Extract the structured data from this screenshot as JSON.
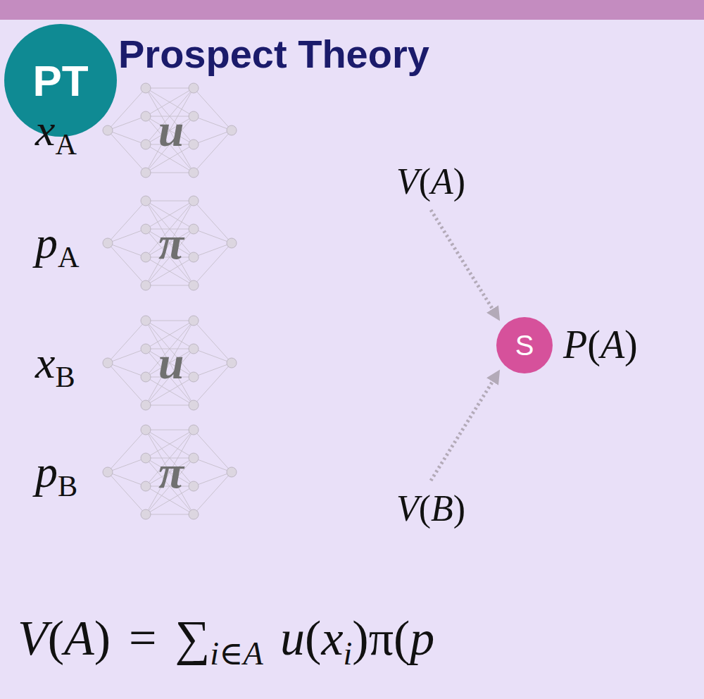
{
  "diagram": {
    "title": "Prospect Theory",
    "nodes": [
      {
        "text": [
          "PT"
        ]
      },
      {
        "text": [
          "u"
        ]
      },
      {
        "text": [
          "π"
        ]
      },
      {
        "text": [
          "u"
        ]
      },
      {
        "text": [
          "π"
        ]
      },
      {
        "text": [
          "S"
        ]
      }
    ],
    "labels": [
      "xA",
      "V(A)",
      "pA",
      "P(A)",
      "xB",
      "V(B)",
      "pB",
      "V(A) = ∑i∈A u(xi)π(p"
    ]
  }
}
